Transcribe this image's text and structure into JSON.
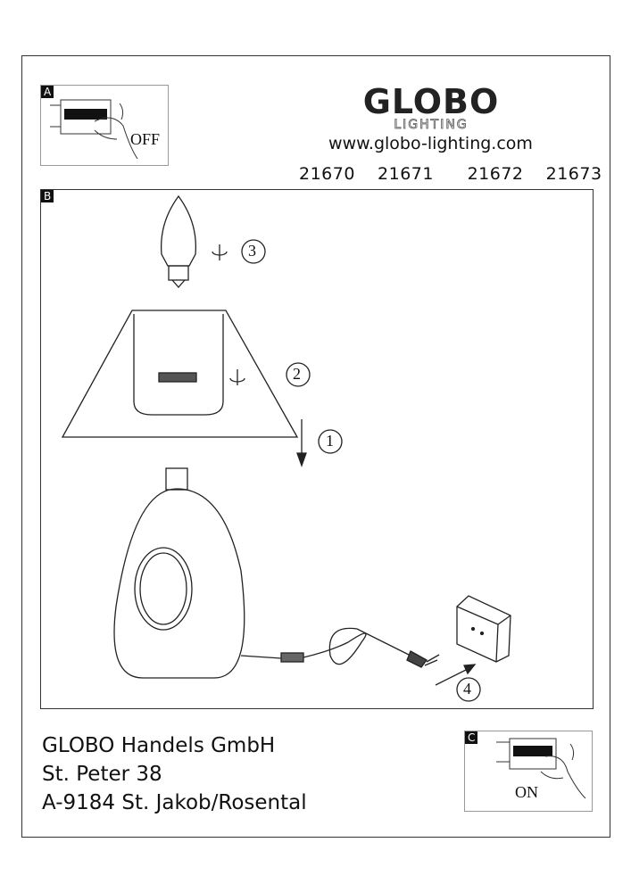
{
  "brand": {
    "name": "GLOBO",
    "sub": "LIGHTING",
    "url": "www.globo-lighting.com"
  },
  "models": "21670  21671   21672  21673",
  "panels": {
    "a": {
      "tag": "A",
      "label": "OFF"
    },
    "b": {
      "tag": "B",
      "steps": [
        "1",
        "2",
        "3",
        "4"
      ]
    },
    "c": {
      "tag": "C",
      "label": "ON"
    }
  },
  "address": {
    "line1": "GLOBO Handels GmbH",
    "line2": "St. Peter  38",
    "line3": "A-9184 St. Jakob/Rosental"
  }
}
